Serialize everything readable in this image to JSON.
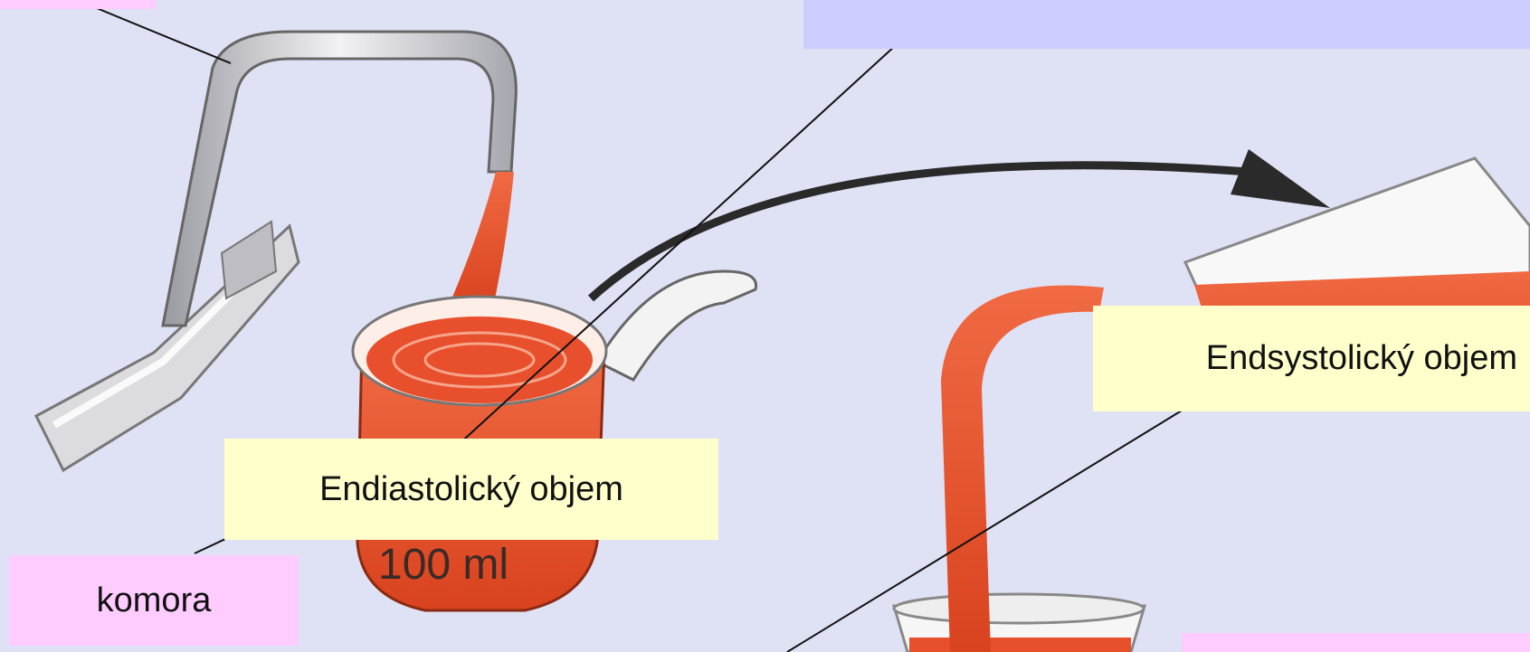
{
  "labels": {
    "end_diastolic": "Endiastolický objem",
    "end_systolic": "Endsystolický objem",
    "ventricle": "komora",
    "volume_mark": "100 ml"
  },
  "colors": {
    "background": "#dfe1f4",
    "label_yellow": "#ffffcc",
    "label_pink": "#ffccff",
    "label_lavender": "#ccccff",
    "blood": "#e8502e",
    "blood_dark": "#c93a1c",
    "faucet_metal": "#c9c9cf",
    "arrow": "#2a2a2a"
  },
  "icons": [
    "faucet",
    "ventricle-jug",
    "tilted-cup",
    "glass",
    "flow-arrow"
  ]
}
